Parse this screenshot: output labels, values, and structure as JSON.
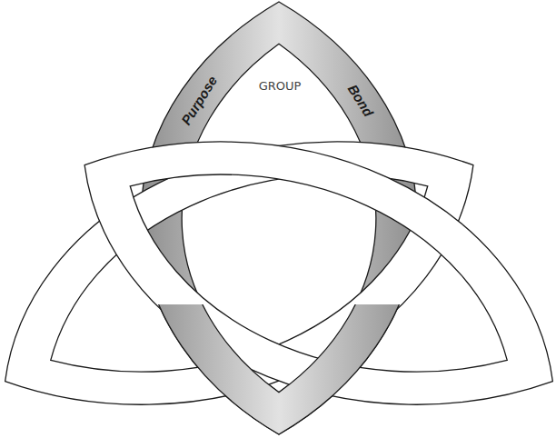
{
  "diagram": {
    "nodes": [
      {
        "text": [
          "Purpose",
          "GROUP",
          "Bond"
        ]
      }
    ]
  }
}
